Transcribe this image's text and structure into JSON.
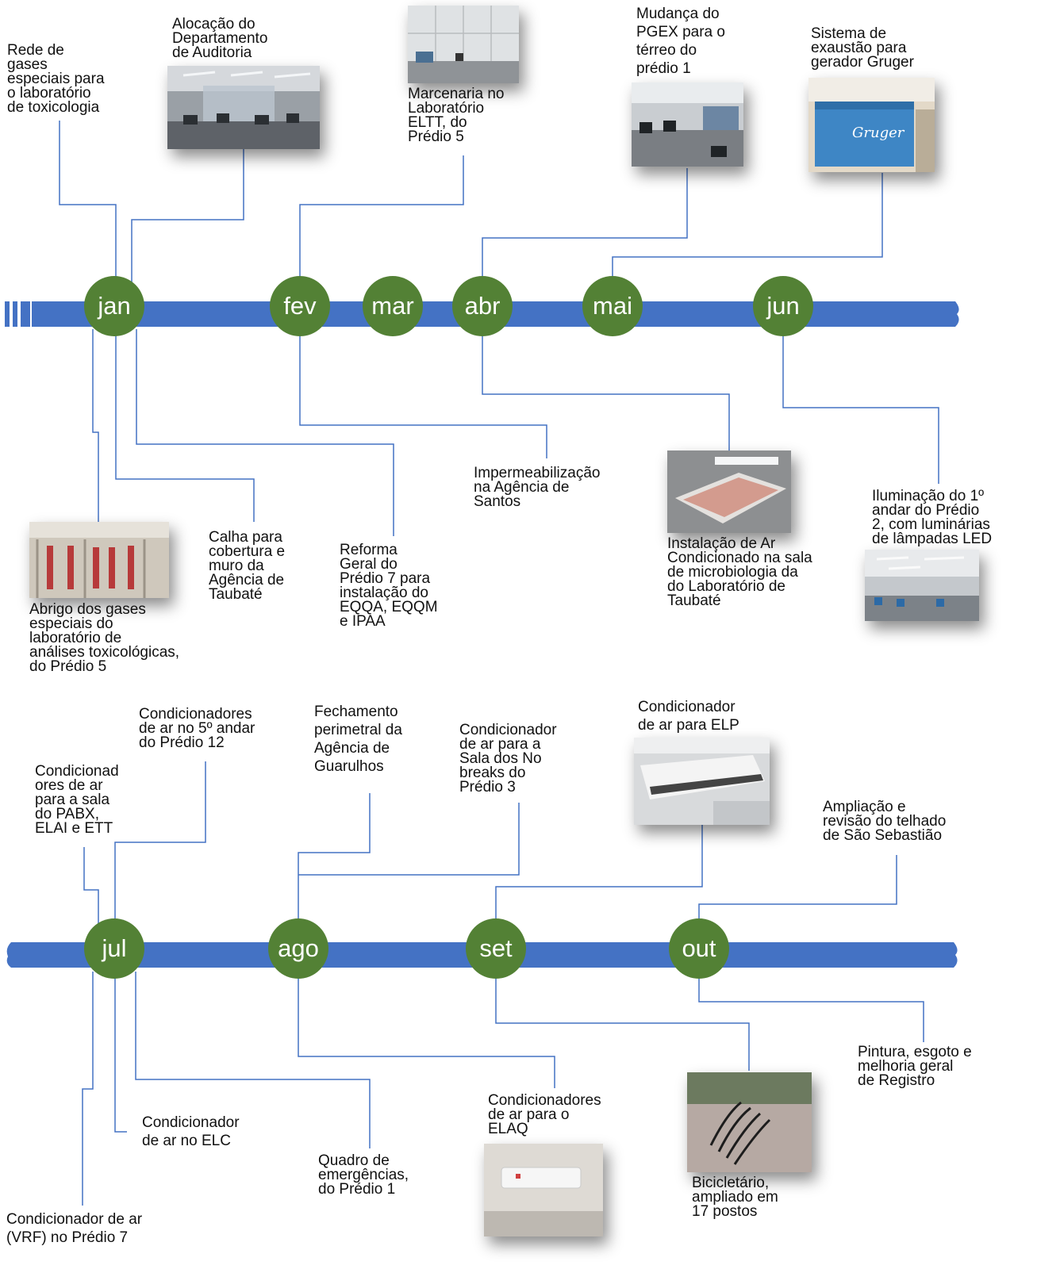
{
  "months": {
    "jan": "jan",
    "fev": "fev",
    "mar": "mar",
    "abr": "abr",
    "mai": "mai",
    "jun": "jun",
    "jul": "jul",
    "ago": "ago",
    "set": "set",
    "out": "out"
  },
  "colors": {
    "timeline": "#4472C4",
    "node": "#538135",
    "connector": "#4472C4",
    "text": "#111111"
  },
  "events": {
    "rede_gases": [
      "Rede de",
      "gases",
      "especiais para",
      "o laboratório",
      "de toxicologia"
    ],
    "alocacao": [
      "Alocação do",
      "Departamento",
      "de Auditoria"
    ],
    "marcenaria": [
      "Marcenaria no",
      "Laboratório",
      "ELTT, do",
      "Prédio 5"
    ],
    "mudanca_pgex": [
      "Mudança do",
      "PGEX para o",
      "térreo do",
      "prédio 1"
    ],
    "exaustao": [
      "Sistema de",
      "exaustão para",
      "gerador Gruger"
    ],
    "abrigo_gases": [
      "Abrigo dos gases",
      "especiais do",
      "laboratório de",
      "análises toxicológicas,",
      "do Prédio 5"
    ],
    "calha": [
      "Calha para",
      "cobertura e",
      "muro da",
      "Agência de",
      "Taubaté"
    ],
    "reforma_predio7": [
      "Reforma",
      "Geral do",
      "Prédio 7 para",
      "instalação do",
      "EQQA, EQQM",
      "e IPAA"
    ],
    "impermeabilizacao": [
      "Impermeabilização",
      "na Agência de",
      "Santos"
    ],
    "ar_taubate": [
      "Instalação de Ar",
      "Condicionado na sala",
      "de microbiologia da",
      "do Laboratório de",
      "Taubaté"
    ],
    "iluminacao": [
      "Iluminação do 1º",
      "andar do Prédio",
      "2, com luminárias",
      "de lâmpadas LED"
    ],
    "cond_pabx": [
      "Condicionad",
      "ores de ar",
      "para a sala",
      "do PABX,",
      "ELAI e ETT"
    ],
    "cond_predio12": [
      "Condicionadores",
      "de ar no 5º andar",
      "do Prédio 12"
    ],
    "fechamento": [
      "Fechamento",
      "perimetral da",
      "Agência de",
      "Guarulhos"
    ],
    "cond_nobreaks": [
      "Condicionador",
      "de ar para a",
      "Sala dos No",
      "breaks do",
      "Prédio 3"
    ],
    "cond_elp": [
      "Condicionador",
      "de ar para ELP"
    ],
    "ampliacao_telhado": [
      "Ampliação e",
      "revisão do telhado",
      "de São Sebastião"
    ],
    "cond_elc": [
      "Condicionador",
      "de ar no ELC"
    ],
    "cond_vrf": [
      "Condicionador de ar",
      "(VRF) no Prédio 7"
    ],
    "quadro": [
      "Quadro de",
      "emergências,",
      "do Prédio 1"
    ],
    "cond_elaq": [
      "Condicionadores",
      "de ar para o",
      "ELAQ"
    ],
    "bicicletario": [
      "Bicicletário,",
      "ampliado em",
      "17 postos"
    ],
    "pintura": [
      "Pintura, esgoto e",
      "melhoria geral",
      "de Registro"
    ]
  },
  "photos": {
    "auditoria": "office-photo",
    "marcenaria": "lab-cabinet-photo",
    "pgex": "office-lab-photo",
    "gruger": "generator-photo",
    "abrigo": "gas-cylinders-photo",
    "ar_taubate": "air-conditioner-photo",
    "iluminacao": "led-office-photo",
    "elp": "ceiling-ac-photo",
    "elaq": "wall-ac-photo",
    "bicicletario": "bike-rack-photo"
  }
}
